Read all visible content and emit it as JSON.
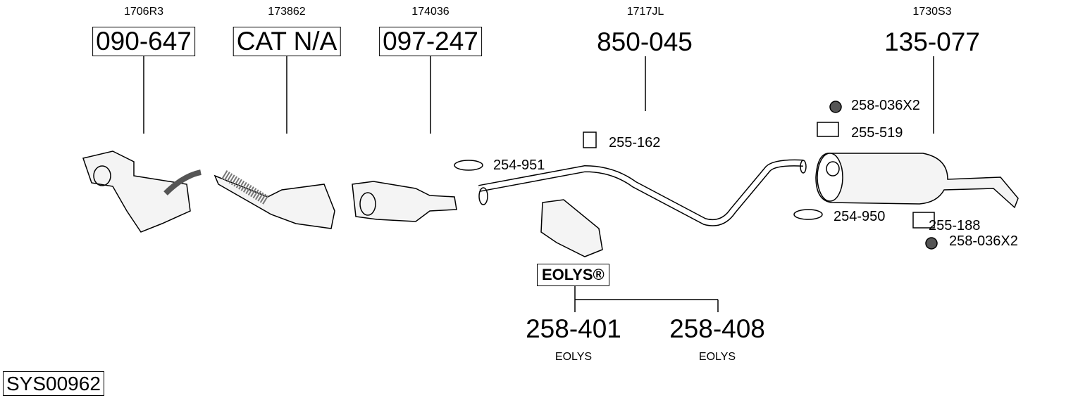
{
  "groups": [
    {
      "code": "1706R3",
      "part": "090-647"
    },
    {
      "code": "173862",
      "part": "CAT N/A"
    },
    {
      "code": "174036",
      "part": "097-247"
    },
    {
      "code": "1717JL",
      "part": "850-045"
    },
    {
      "code": "1730S3",
      "part": "135-077"
    }
  ],
  "accessories": {
    "a1": "258-036X2",
    "a2": "255-519",
    "a3": "255-162",
    "a4": "254-951",
    "a5": "254-950",
    "a6": "255-188",
    "a7": "258-036X2"
  },
  "eolys": {
    "logo": "EOLYS®",
    "p1": "258-401",
    "p2": "258-408",
    "l1": "EOLYS",
    "l2": "EOLYS"
  },
  "system": "SYS00962"
}
